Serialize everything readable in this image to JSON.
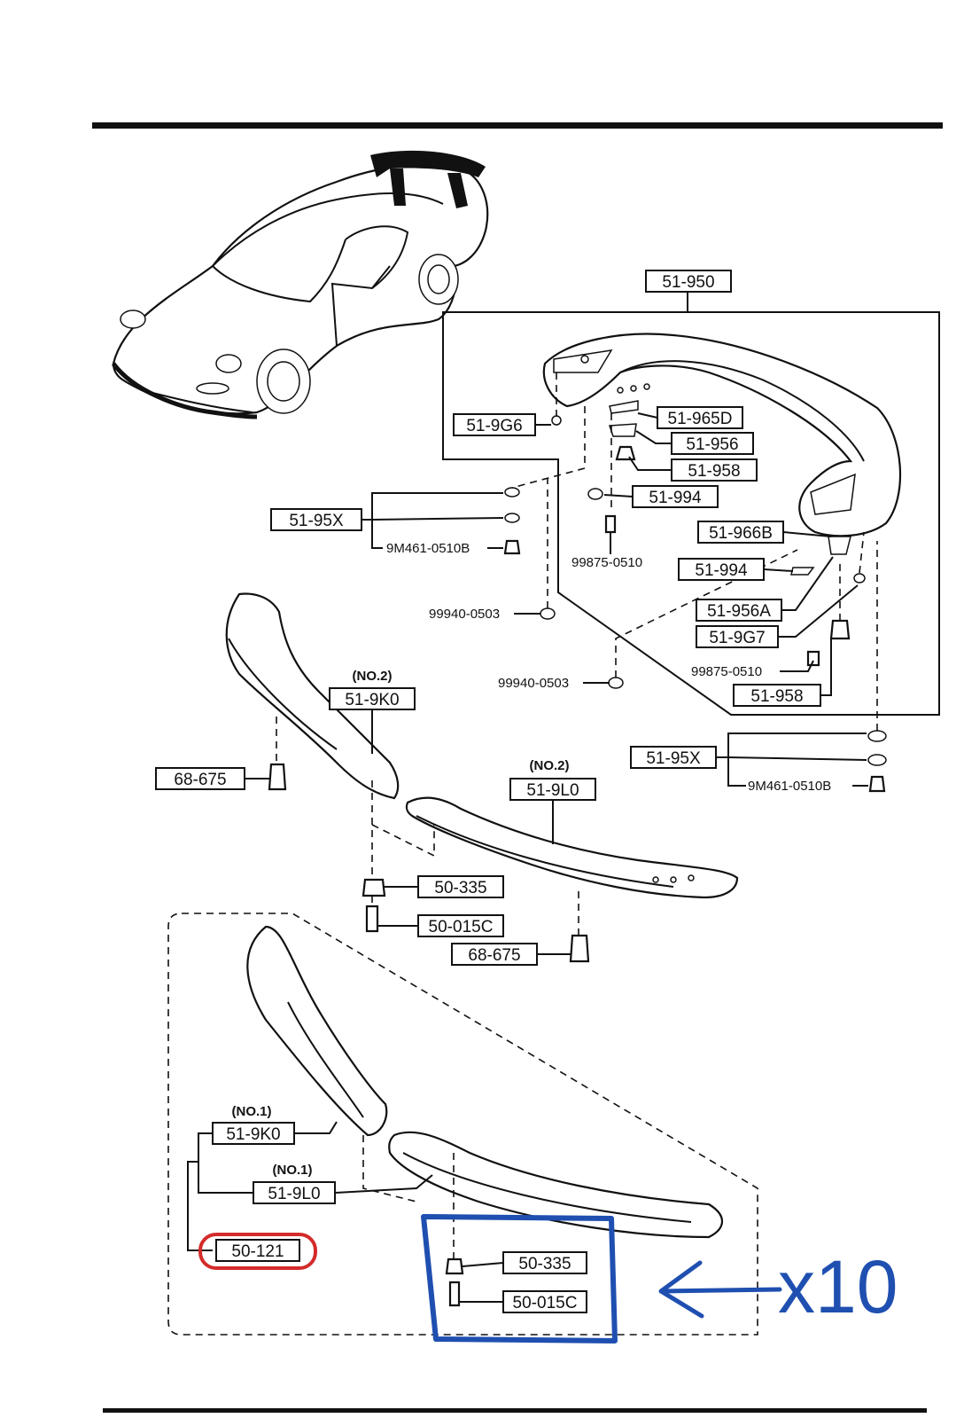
{
  "callouts": {
    "p51_950": "51-950",
    "p51_9G6": "51-9G6",
    "p51_965D": "51-965D",
    "p51_956": "51-956",
    "p51_958_top": "51-958",
    "p51_994_top": "51-994",
    "p51_95X_top": "51-95X",
    "p9M461_top": "9M461-0510B",
    "p99875_top": "99875-0510",
    "p51_966B": "51-966B",
    "p51_994_mid": "51-994",
    "p99940_a": "99940-0503",
    "p51_956A": "51-956A",
    "p51_9G7": "51-9G7",
    "p99875_mid": "99875-0510",
    "p99940_b": "99940-0503",
    "p51_958_mid": "51-958",
    "no2_a": "(NO.2)",
    "p51_9K0_top": "51-9K0",
    "p51_95X_bot": "51-95X",
    "p9M461_bot": "9M461-0510B",
    "p68_675_left": "68-675",
    "no2_b": "(NO.2)",
    "p51_9L0_top": "51-9L0",
    "p50_335_top": "50-335",
    "p50_015C_top": "50-015C",
    "p68_675_right": "68-675",
    "no1_a": "(NO.1)",
    "p51_9K0_bot": "51-9K0",
    "no1_b": "(NO.1)",
    "p51_9L0_bot": "51-9L0",
    "p50_121": "50-121",
    "p50_335_bot": "50-335",
    "p50_015C_bot": "50-015C"
  },
  "annotations": {
    "multiplier_text": "x10",
    "highlight_red_color": "#d42b2b",
    "highlight_blue_color": "#1f4fb0"
  }
}
